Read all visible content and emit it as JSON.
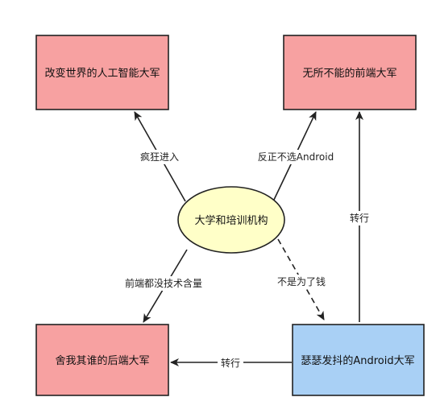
{
  "colors": {
    "pink_fill": "#F7A1A1",
    "blue_fill": "#A9D0F5",
    "ellipse_fill": "#FFFFC8",
    "stroke": "#222222"
  },
  "nodes": {
    "ai_army": "改变世界的人工智能大军",
    "frontend_army": "无所不能的前端大军",
    "universities": "大学和培训机构",
    "backend_army": "舍我其谁的后端大军",
    "android_army": "瑟瑟发抖的Android大军"
  },
  "edges": {
    "to_ai": "疯狂进入",
    "to_frontend": "反正不选Android",
    "to_backend": "前端都没技术含量",
    "to_android": "不是为了钱",
    "android_to_frontend": "转行",
    "android_to_backend": "转行"
  }
}
